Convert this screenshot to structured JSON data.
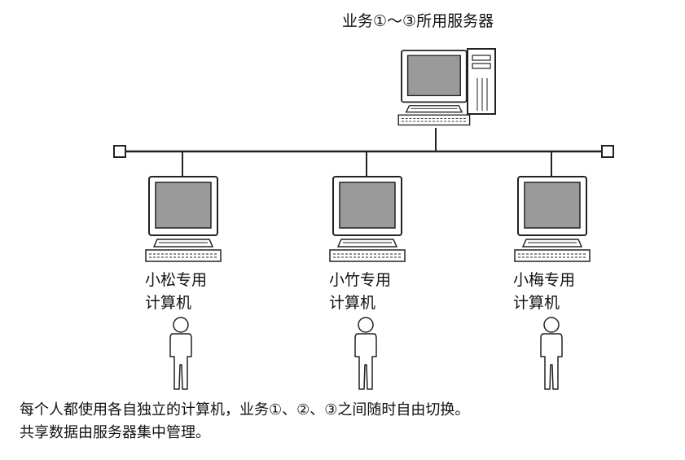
{
  "server": {
    "label": "业务①～③所用服务器"
  },
  "clients": [
    {
      "name_line1": "小松专用",
      "name_line2": "计算机"
    },
    {
      "name_line1": "小竹专用",
      "name_line2": "计算机"
    },
    {
      "name_line1": "小梅专用",
      "name_line2": "计算机"
    }
  ],
  "caption": {
    "line1": "每个人都使用各自独立的计算机，业务①、②、③之间随时自由切换。",
    "line2": "共享数据由服务器集中管理。"
  },
  "colors": {
    "screen": "#9a9a9a",
    "line": "#222222",
    "bg": "#ffffff"
  },
  "icons": [
    "server-computer-icon",
    "desktop-computer-icon",
    "person-icon",
    "terminator-icon"
  ]
}
